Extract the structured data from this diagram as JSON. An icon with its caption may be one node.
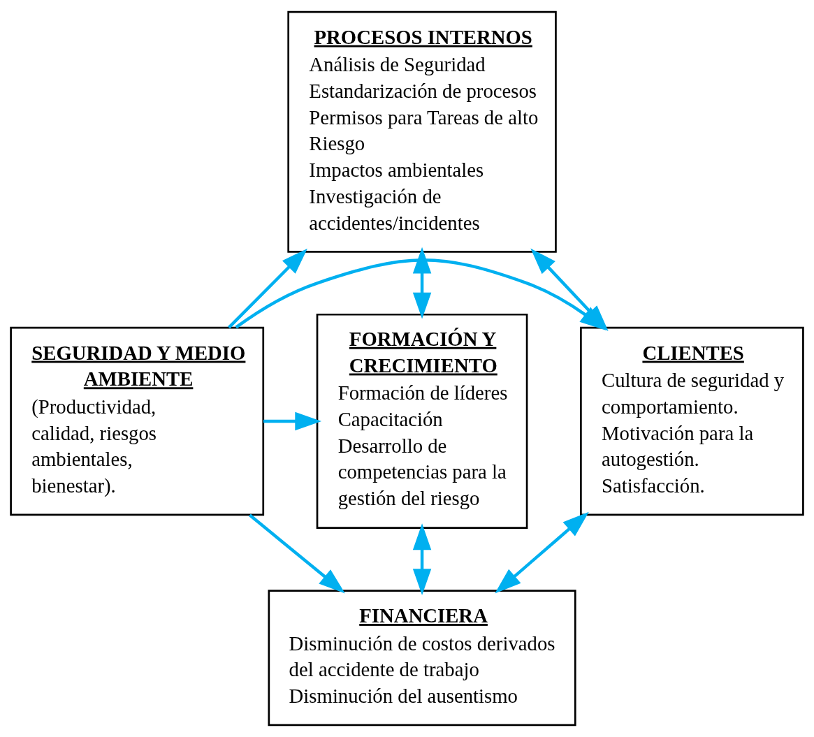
{
  "diagram": {
    "nodes": [
      {
        "text": [
          "PROCESOS INTERNOS",
          "Análisis de Seguridad",
          "Estandarización de procesos",
          "Permisos para Tareas de alto Riesgo",
          "Impactos ambientales",
          "Investigación de accidentes/incidentes"
        ]
      },
      {
        "text": [
          "CLIENTES",
          "Cultura de seguridad y comportamiento.",
          "Motivación para la autogestión.",
          "Satisfacción."
        ]
      },
      {
        "text": [
          "SEGURIDAD Y MEDIO AMBIENTE",
          "(Productividad, calidad, riesgos ambientales, bienestar)."
        ]
      },
      {
        "text": [
          "FORMACIÓN Y CRECIMIENTO",
          "Formación de líderes",
          "Capacitación",
          "Desarrollo de competencias para la gestión del riesgo"
        ]
      },
      {
        "text": [
          "FINANCIERA",
          "Disminución de costos derivados del accidente de trabajo",
          "Disminución del ausentismo"
        ]
      }
    ],
    "edges": [
      {
        "from": 2,
        "to": 0,
        "arrow": "to"
      },
      {
        "from": 2,
        "to": 1,
        "arrow": "to"
      },
      {
        "from": 2,
        "to": 3,
        "arrow": "to"
      },
      {
        "from": 2,
        "to": 4,
        "arrow": "to"
      },
      {
        "from": 0,
        "to": 1,
        "arrow": "both"
      },
      {
        "from": 0,
        "to": 3,
        "arrow": "both"
      },
      {
        "from": 1,
        "to": 4,
        "arrow": "both"
      },
      {
        "from": 3,
        "to": 4,
        "arrow": "both"
      }
    ]
  }
}
